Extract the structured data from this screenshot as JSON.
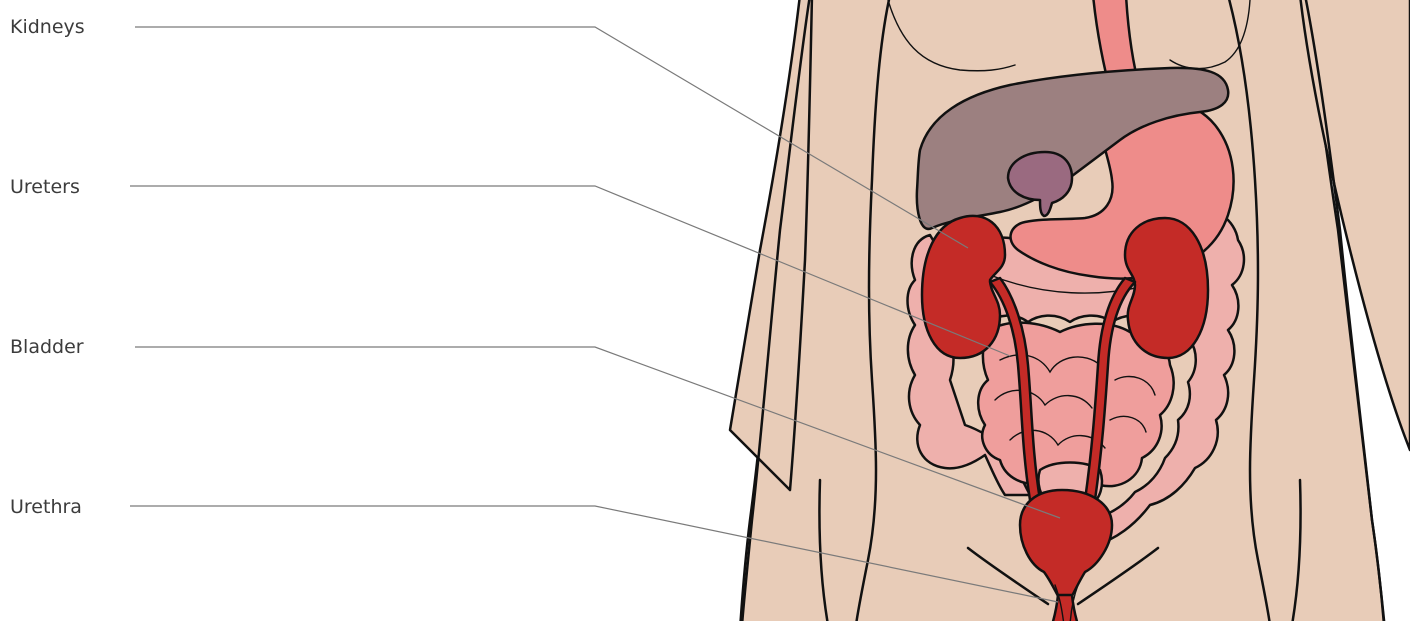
{
  "labels": {
    "kidneys": "Kidneys",
    "ureters": "Ureters",
    "bladder": "Bladder",
    "urethra": "Urethra"
  },
  "colors": {
    "skin": "#e8ccb8",
    "liver": "#9c8080",
    "gallbladder": "#9a6a80",
    "stomach": "#ee8c8a",
    "intestine": "#eeb0ac",
    "small_intestine": "#ef9e9c",
    "urinary_organs": "#c42b27",
    "leader_line": "#7a7a7a",
    "label_text": "#3c3c3c"
  }
}
